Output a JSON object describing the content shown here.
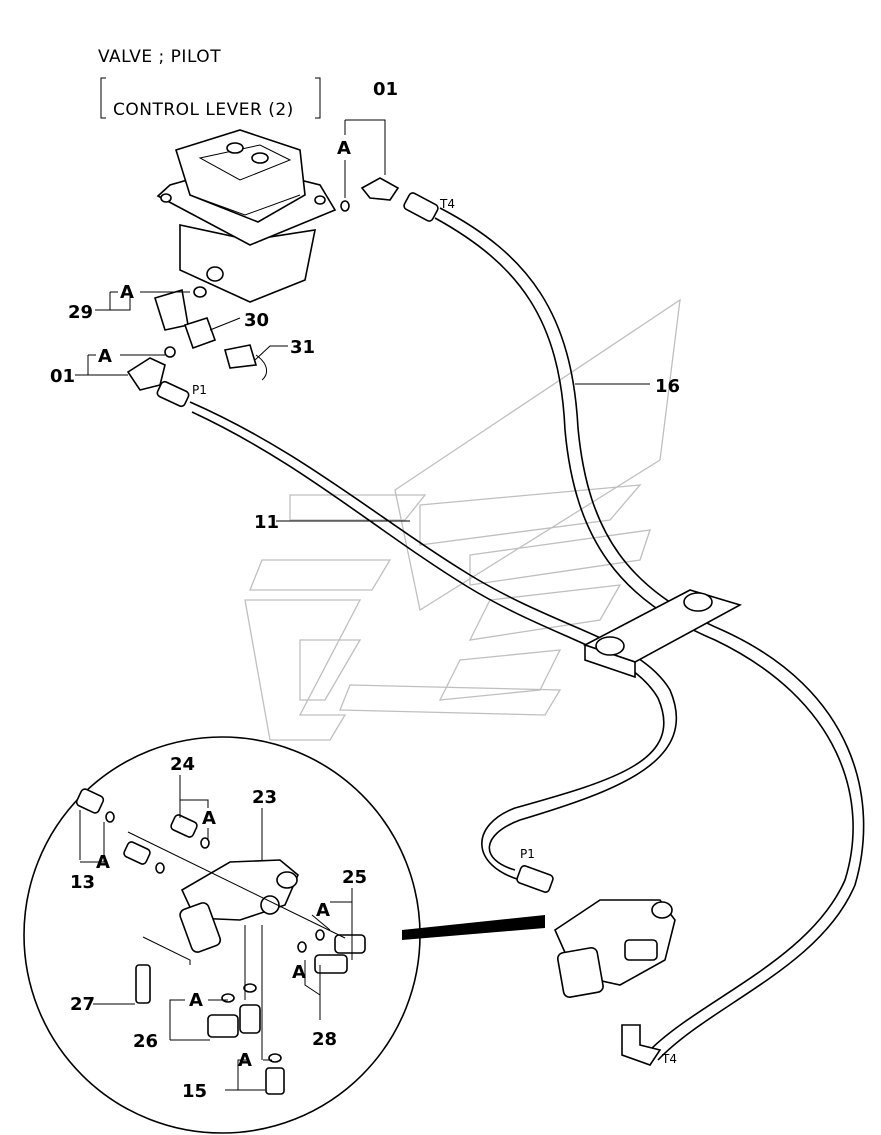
{
  "header": {
    "title_line1": "VALVE ; PILOT",
    "title_line2": "CONTROL  LEVER (2)"
  },
  "ports": {
    "t4_top": "T4",
    "p1_top": "P1",
    "p1_bottom": "P1",
    "t4_bottom": "T4"
  },
  "callouts": {
    "c01_top": "01",
    "a_top": "A",
    "c29": "29",
    "a_29": "A",
    "c30": "30",
    "c01_left": "01",
    "a_01": "A",
    "c31": "31",
    "c16": "16",
    "c11": "11",
    "c24": "24",
    "a_24": "A",
    "c23": "23",
    "c13": "13",
    "a_13": "A",
    "c25": "25",
    "a_25a": "A",
    "a_25b": "A",
    "c27": "27",
    "c26": "26",
    "a_26": "A",
    "c28": "28",
    "c15": "15",
    "a_15": "A"
  }
}
